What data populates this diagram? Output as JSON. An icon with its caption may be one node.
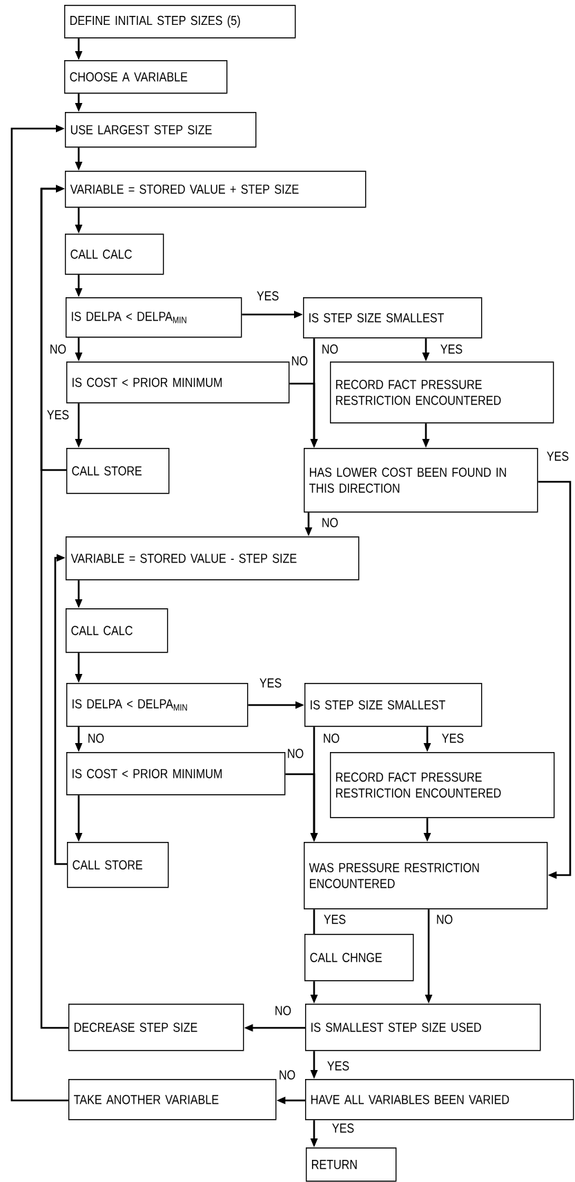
{
  "diagram": {
    "nodes": [
      {
        "text": [
          "DEFINE INITIAL STEP SIZES (5)"
        ]
      },
      {
        "text": [
          "CHOOSE A VARIABLE"
        ]
      },
      {
        "text": [
          "USE LARGEST STEP SIZE"
        ]
      },
      {
        "text": [
          "VARIABLE = STORED VALUE + STEP SIZE"
        ]
      },
      {
        "text": [
          "CALL CALC"
        ]
      },
      {
        "text": [
          "IS DELPA < DELPA$_{MIN}$"
        ]
      },
      {
        "text": [
          "IS STEP SIZE SMALLEST"
        ]
      },
      {
        "text": [
          "IS COST < PRIOR MINIMUM"
        ]
      },
      {
        "text": [
          "RECORD FACT PRESSURE RESTRICTION ENCOUNTERED"
        ]
      },
      {
        "text": [
          "CALL STORE"
        ]
      },
      {
        "text": [
          "HAS LOWER COST BEEN FOUND IN THIS DIRECTION"
        ]
      },
      {
        "text": [
          "VARIABLE = STORED VALUE - STEP SIZE"
        ]
      },
      {
        "text": [
          "CALL CALC"
        ]
      },
      {
        "text": [
          "IS DELPA < DELPA$_{MIN}$"
        ]
      },
      {
        "text": [
          "IS STEP SIZE SMALLEST"
        ]
      },
      {
        "text": [
          "IS COST < PRIOR MINIMUM"
        ]
      },
      {
        "text": [
          "RECORD FACT PRESSURE RESTRICTION ENCOUNTERED"
        ]
      },
      {
        "text": [
          "CALL STORE"
        ]
      },
      {
        "text": [
          "WAS PRESSURE RESTRICTION ENCOUNTERED"
        ]
      },
      {
        "text": [
          "CALL CHNGE"
        ]
      },
      {
        "text": [
          "DECREASE STEP SIZE"
        ]
      },
      {
        "text": [
          "IS SMALLEST STEP SIZE USED"
        ]
      },
      {
        "text": [
          "TAKE ANOTHER VARIABLE"
        ]
      },
      {
        "text": [
          "HAVE ALL VARIABLES BEEN VARIED"
        ]
      },
      {
        "text": [
          "RETURN"
        ]
      }
    ],
    "edges": [
      {
        "from": 0,
        "to": 1,
        "arrow": "to"
      },
      {
        "from": 1,
        "to": 2,
        "arrow": "to"
      },
      {
        "from": 2,
        "to": 3,
        "arrow": "to"
      },
      {
        "from": 3,
        "to": 4,
        "arrow": "to"
      },
      {
        "from": 4,
        "to": 5,
        "arrow": "to"
      },
      {
        "from": 5,
        "to": 6,
        "arrow": "to",
        "label": "YES"
      },
      {
        "from": 5,
        "to": 7,
        "arrow": "to",
        "label": "NO"
      },
      {
        "from": 6,
        "to": 10,
        "arrow": "to",
        "label": "NO"
      },
      {
        "from": 6,
        "to": 8,
        "arrow": "to",
        "label": "YES"
      },
      {
        "from": 7,
        "to": 10,
        "arrow": "to",
        "label": "NO"
      },
      {
        "from": 7,
        "to": 9,
        "arrow": "to",
        "label": "YES"
      },
      {
        "from": 9,
        "to": 3,
        "arrow": "to"
      },
      {
        "from": 8,
        "to": 10,
        "arrow": "to"
      },
      {
        "from": 10,
        "to": 18,
        "arrow": "to",
        "label": "YES"
      },
      {
        "from": 10,
        "to": 11,
        "arrow": "to",
        "label": "NO"
      },
      {
        "from": 11,
        "to": 12,
        "arrow": "to"
      },
      {
        "from": 12,
        "to": 13,
        "arrow": "to"
      },
      {
        "from": 13,
        "to": 14,
        "arrow": "to",
        "label": "YES"
      },
      {
        "from": 13,
        "to": 15,
        "arrow": "to",
        "label": "NO"
      },
      {
        "from": 14,
        "to": 18,
        "arrow": "to",
        "label": "NO"
      },
      {
        "from": 14,
        "to": 16,
        "arrow": "to",
        "label": "YES"
      },
      {
        "from": 15,
        "to": 18,
        "arrow": "to",
        "label": "NO"
      },
      {
        "from": 15,
        "to": 17,
        "arrow": "to"
      },
      {
        "from": 17,
        "to": 11,
        "arrow": "to"
      },
      {
        "from": 16,
        "to": 18,
        "arrow": "to"
      },
      {
        "from": 18,
        "to": 19,
        "arrow": "none",
        "label": "YES"
      },
      {
        "from": 18,
        "to": 21,
        "arrow": "to",
        "label": "NO"
      },
      {
        "from": 19,
        "to": 21,
        "arrow": "to"
      },
      {
        "from": 21,
        "to": 20,
        "arrow": "to",
        "label": "NO"
      },
      {
        "from": 20,
        "to": 3,
        "arrow": "to"
      },
      {
        "from": 21,
        "to": 23,
        "arrow": "to",
        "label": "YES"
      },
      {
        "from": 23,
        "to": 22,
        "arrow": "to",
        "label": "NO"
      },
      {
        "from": 23,
        "to": 24,
        "arrow": "to",
        "label": "YES"
      },
      {
        "from": 22,
        "to": 2,
        "arrow": "to"
      }
    ]
  }
}
